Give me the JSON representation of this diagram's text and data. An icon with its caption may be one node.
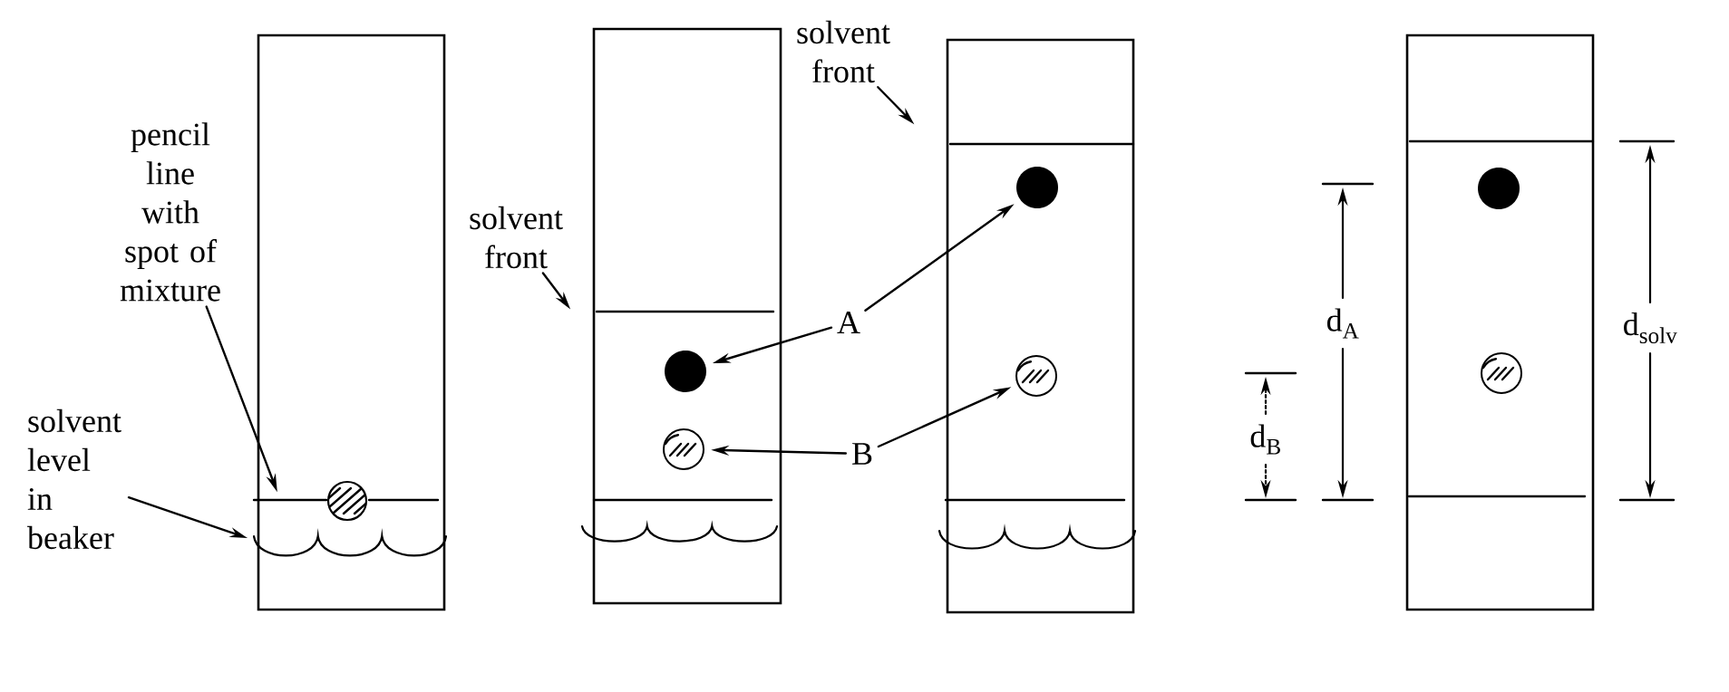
{
  "diagram": {
    "nodes": [
      {
        "text": [],
        "shape": "box"
      },
      {
        "text": [],
        "shape": "box"
      },
      {
        "text": [],
        "shape": "circle",
        "in": 1
      },
      {
        "text": [],
        "shape": "circle",
        "in": 1
      },
      {
        "text": [],
        "shape": "box"
      },
      {
        "text": [],
        "shape": "circle",
        "in": 4
      },
      {
        "text": [],
        "shape": "circle",
        "in": 4
      },
      {
        "text": [],
        "shape": "box"
      },
      {
        "text": [
          "pencil line with spot of mixture"
        ]
      },
      {
        "text": [
          "solvent level in beaker"
        ]
      },
      {
        "text": [
          "solvent front"
        ]
      },
      {
        "text": [
          "A"
        ]
      },
      {
        "text": [
          "B"
        ]
      },
      {
        "text": [
          "solvent front"
        ]
      }
    ],
    "edges": [
      {
        "from": 8,
        "to": 0,
        "arrow": "to"
      },
      {
        "from": 9,
        "to": 0,
        "arrow": "to"
      },
      {
        "from": 10,
        "to": null,
        "arrow": "to"
      },
      {
        "from": 11,
        "to": 2,
        "arrow": "to"
      },
      {
        "from": 11,
        "to": 5,
        "arrow": "to"
      },
      {
        "from": 12,
        "to": 3,
        "arrow": "to"
      },
      {
        "from": 12,
        "to": 6,
        "arrow": "to"
      },
      {
        "from": 13,
        "to": null,
        "arrow": "to"
      }
    ],
    "labels": [
      "d$_{A}$",
      "d$_{B}$",
      "d$_{solv}$"
    ]
  }
}
